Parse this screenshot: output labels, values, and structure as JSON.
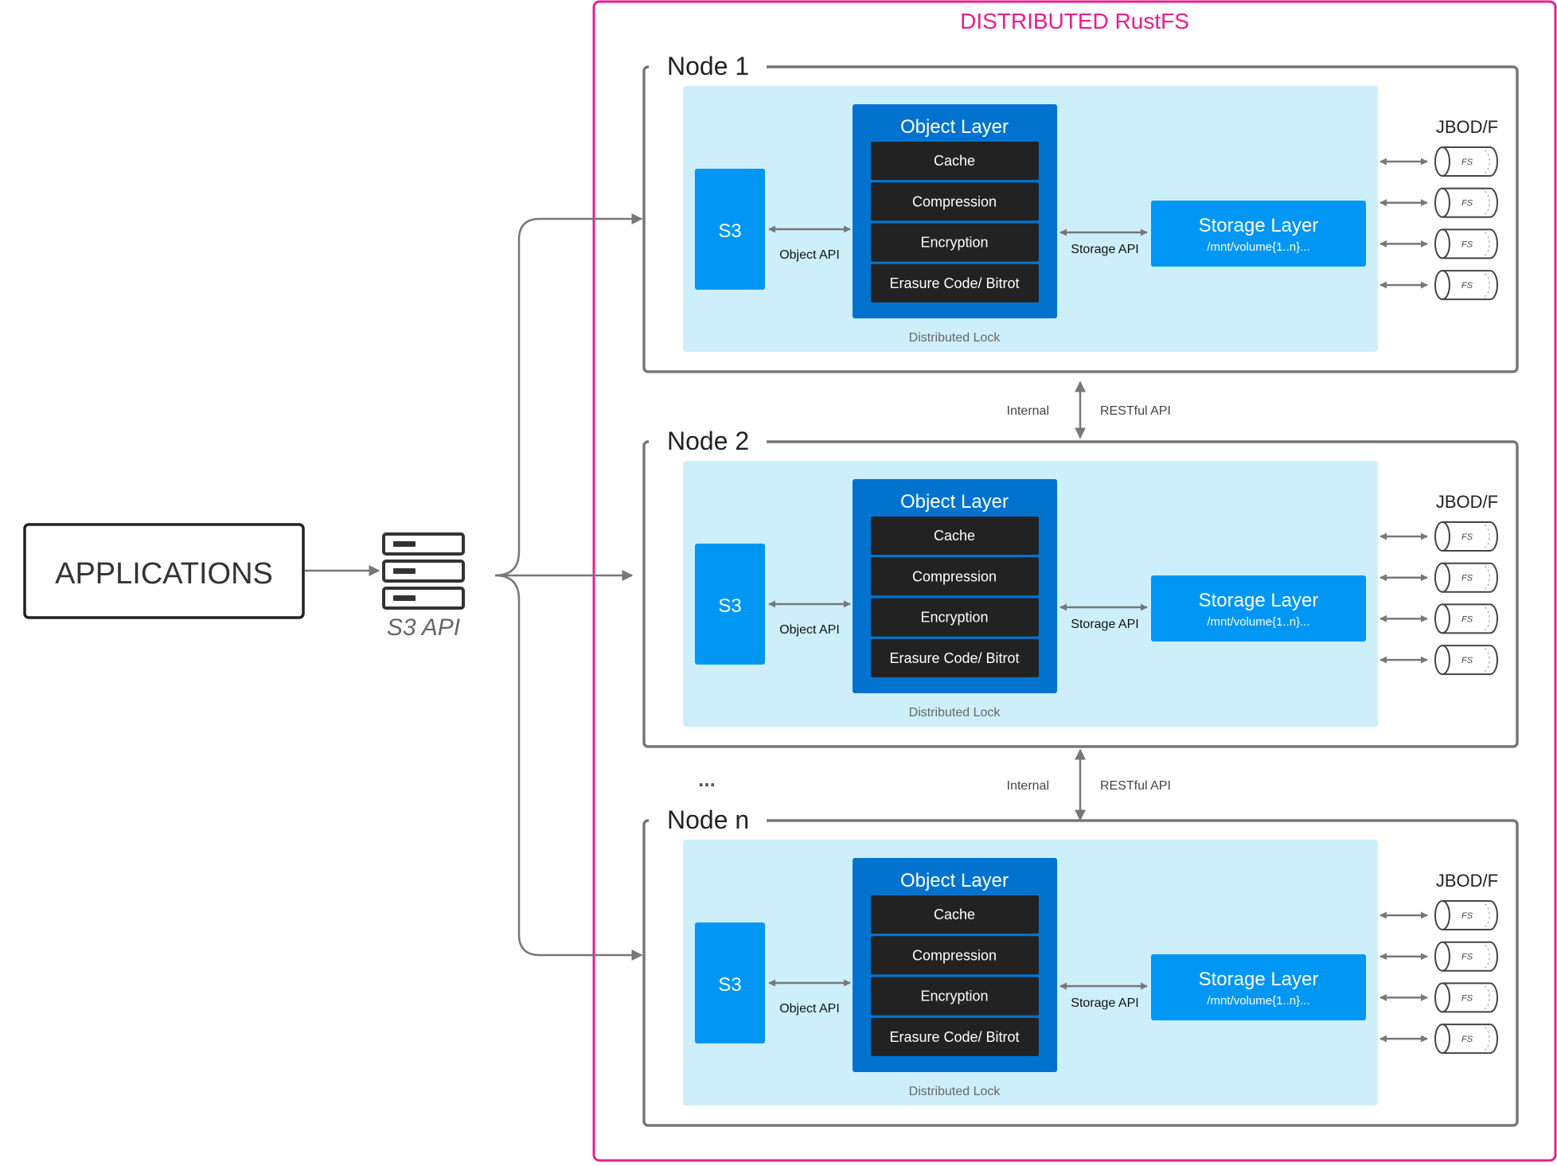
{
  "title": "DISTRIBUTED RustFS",
  "applications_label": "APPLICATIONS",
  "s3api_label": "S3 API",
  "ellipsis": "...",
  "colors": {
    "accent": "#ec1c8c",
    "node_bg": "#cdeffb",
    "object_layer": "#0173cf",
    "s3": "#0096f4",
    "storage_layer": "#0096f4",
    "component": "#222222",
    "line": "#777777"
  },
  "nodes": [
    {
      "label": "Node 1",
      "s3_label": "S3",
      "object_api": "Object API",
      "object_layer_title": "Object Layer",
      "components": [
        "Cache",
        "Compression",
        "Encryption",
        "Erasure Code/ Bitrot"
      ],
      "distributed_lock": "Distributed Lock",
      "storage_api": "Storage API",
      "storage_layer_title": "Storage Layer",
      "storage_layer_path": "/mnt/volume{1..n}...",
      "jbod_label": "JBOD/F",
      "disks": [
        "FS",
        "FS",
        "FS",
        "FS"
      ]
    },
    {
      "label": "Node 2",
      "s3_label": "S3",
      "object_api": "Object API",
      "object_layer_title": "Object Layer",
      "components": [
        "Cache",
        "Compression",
        "Encryption",
        "Erasure Code/ Bitrot"
      ],
      "distributed_lock": "Distributed Lock",
      "storage_api": "Storage API",
      "storage_layer_title": "Storage Layer",
      "storage_layer_path": "/mnt/volume{1..n}...",
      "jbod_label": "JBOD/F",
      "disks": [
        "FS",
        "FS",
        "FS",
        "FS"
      ]
    },
    {
      "label": "Node n",
      "s3_label": "S3",
      "object_api": "Object API",
      "object_layer_title": "Object Layer",
      "components": [
        "Cache",
        "Compression",
        "Encryption",
        "Erasure Code/ Bitrot"
      ],
      "distributed_lock": "Distributed Lock",
      "storage_api": "Storage API",
      "storage_layer_title": "Storage Layer",
      "storage_layer_path": "/mnt/volume{1..n}...",
      "jbod_label": "JBOD/F",
      "disks": [
        "FS",
        "FS",
        "FS",
        "FS"
      ]
    }
  ],
  "links": [
    {
      "left": "Internal",
      "right": "RESTful API"
    },
    {
      "left": "Internal",
      "right": "RESTful API"
    }
  ]
}
